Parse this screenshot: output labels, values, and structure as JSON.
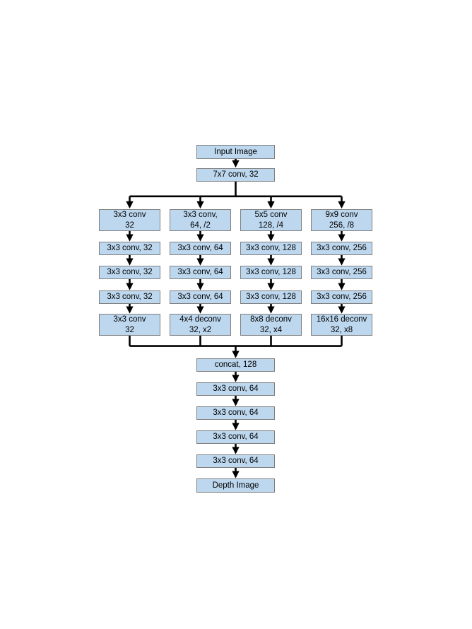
{
  "diagram": {
    "type": "cnn-architecture-flowchart",
    "colors": {
      "box_fill": "#BDD7EE",
      "box_border": "#7F7F7F",
      "arrow": "#000000",
      "background": "#FFFFFF",
      "text": "#000000"
    },
    "trunk_top": [
      {
        "label": "Input Image"
      },
      {
        "label": "7x7 conv, 32"
      }
    ],
    "branches": [
      {
        "boxes": [
          {
            "label": "3x3 conv\n32"
          },
          {
            "label": "3x3 conv, 32"
          },
          {
            "label": "3x3 conv, 32"
          },
          {
            "label": "3x3 conv, 32"
          },
          {
            "label": "3x3 conv\n32"
          }
        ]
      },
      {
        "boxes": [
          {
            "label": "3x3 conv,\n64, /2"
          },
          {
            "label": "3x3 conv, 64"
          },
          {
            "label": "3x3 conv, 64"
          },
          {
            "label": "3x3 conv, 64"
          },
          {
            "label": "4x4 deconv\n32, x2"
          }
        ]
      },
      {
        "boxes": [
          {
            "label": "5x5 conv\n128, /4"
          },
          {
            "label": "3x3 conv, 128"
          },
          {
            "label": "3x3 conv, 128"
          },
          {
            "label": "3x3 conv, 128"
          },
          {
            "label": "8x8 deconv\n32, x4"
          }
        ]
      },
      {
        "boxes": [
          {
            "label": "9x9 conv\n256, /8"
          },
          {
            "label": "3x3 conv, 256"
          },
          {
            "label": "3x3 conv, 256"
          },
          {
            "label": "3x3 conv, 256"
          },
          {
            "label": "16x16 deconv\n32, x8"
          }
        ]
      }
    ],
    "trunk_bottom": [
      {
        "label": "concat, 128"
      },
      {
        "label": "3x3 conv, 64"
      },
      {
        "label": "3x3 conv, 64"
      },
      {
        "label": "3x3 conv, 64"
      },
      {
        "label": "3x3 conv, 64"
      },
      {
        "label": "Depth Image"
      }
    ]
  }
}
